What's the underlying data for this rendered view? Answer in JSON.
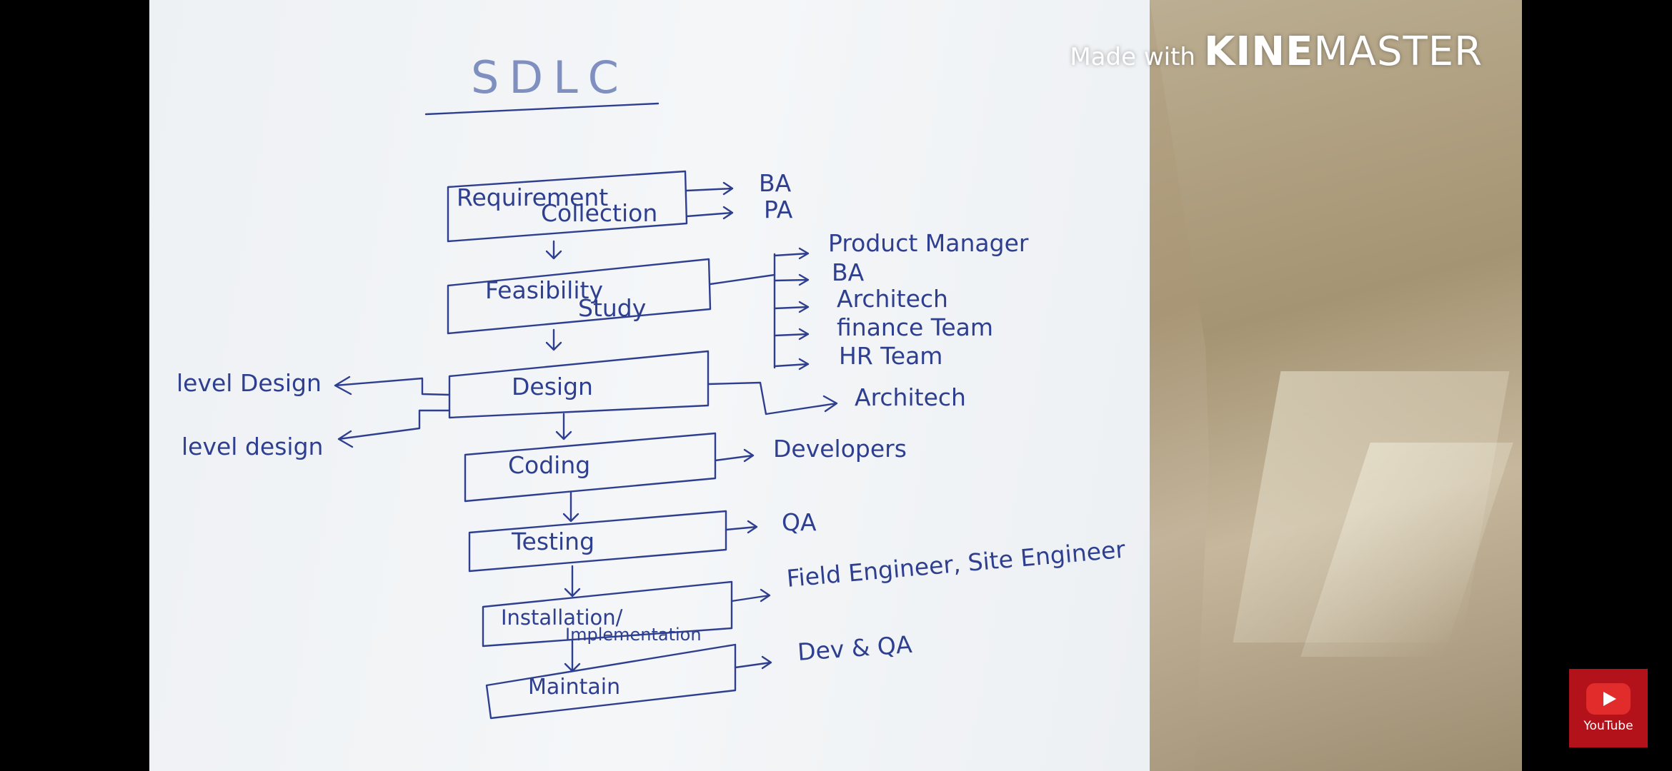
{
  "watermark": {
    "prefix": "Made with",
    "brand_bold": "KINE",
    "brand_rest": "MASTER"
  },
  "youtube_button": {
    "label": "YouTube"
  },
  "diagram": {
    "title": "SDLC",
    "phases": [
      {
        "line1": "Requirement",
        "line2": "Collection"
      },
      {
        "line1": "Feasibility",
        "line2": "Study"
      },
      {
        "line1": "Design",
        "line2": ""
      },
      {
        "line1": "Coding",
        "line2": ""
      },
      {
        "line1": "Testing",
        "line2": ""
      },
      {
        "line1": "Installation/",
        "line2": "Implementation"
      },
      {
        "line1": "Maintain",
        "line2": ""
      }
    ],
    "requirement_roles": [
      "BA",
      "PA"
    ],
    "feasibility_roles": [
      "Product Manager",
      "BA",
      "Architech",
      "finance Team",
      "HR Team"
    ],
    "design_role": "Architech",
    "design_left_labels": [
      "level Design",
      "level design"
    ],
    "coding_role": "Developers",
    "testing_role": "QA",
    "installation_role": "Field Engineer, Site Engineer",
    "maintain_role": "Dev & QA"
  }
}
